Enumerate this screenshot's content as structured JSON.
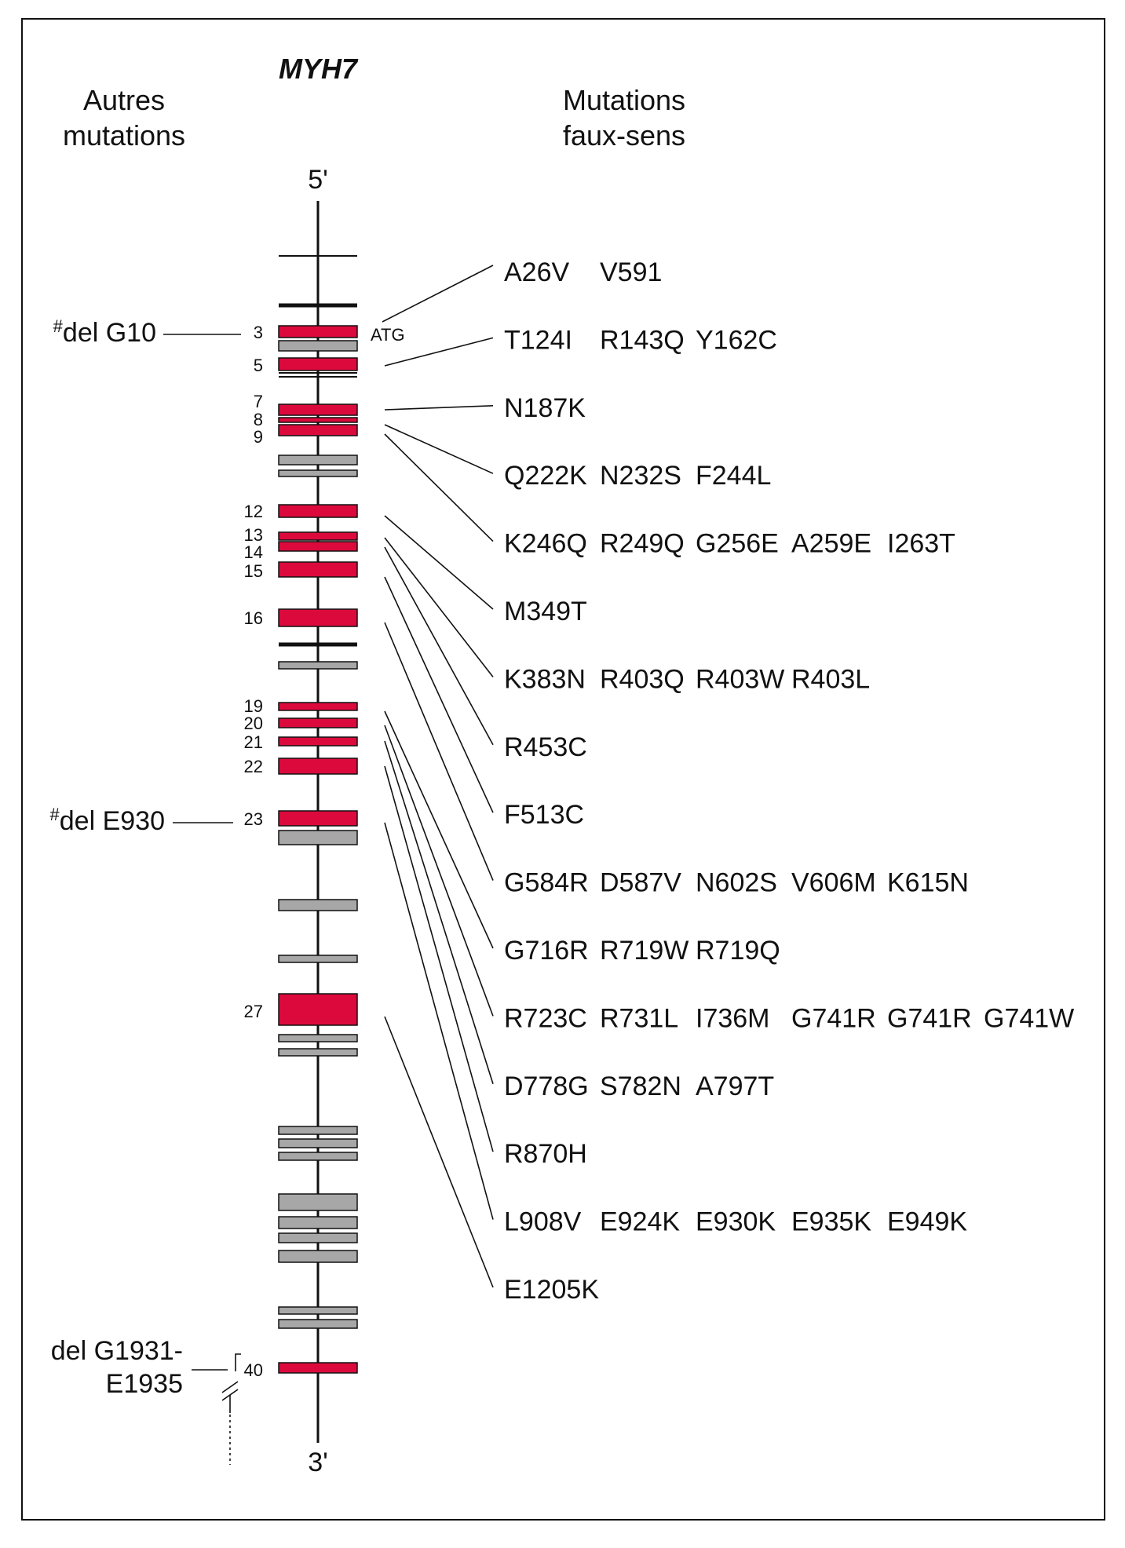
{
  "title": "MYH7",
  "headers": {
    "left": [
      "Autres",
      "mutations"
    ],
    "right": [
      "Mutations",
      "faux-sens"
    ]
  },
  "gene_ends": {
    "five_prime": "5'",
    "three_prime": "3'"
  },
  "start_codon": "ATG",
  "exon_numbers": [
    "3",
    "5",
    "7",
    "8",
    "9",
    "12",
    "13",
    "14",
    "15",
    "16",
    "19",
    "20",
    "21",
    "22",
    "23",
    "27",
    "40"
  ],
  "other_mutations": [
    {
      "hash": "#",
      "text": "del G10",
      "exon": "3"
    },
    {
      "hash": "#",
      "text": "del E930",
      "exon": "23"
    },
    {
      "hash": "",
      "text": "del G1931-\nE1935",
      "exon": "40"
    }
  ],
  "missense_rows": [
    {
      "exon": "3",
      "mutations": [
        "A26V",
        "V591"
      ]
    },
    {
      "exon": "5",
      "mutations": [
        "T124I",
        "R143Q",
        "Y162C"
      ]
    },
    {
      "exon": "7",
      "mutations": [
        "N187K"
      ]
    },
    {
      "exon": "8",
      "mutations": [
        "Q222K",
        "N232S",
        "F244L"
      ]
    },
    {
      "exon": "9",
      "mutations": [
        "K246Q",
        "R249Q",
        "G256E",
        "A259E",
        "I263T"
      ]
    },
    {
      "exon": "12",
      "mutations": [
        "M349T"
      ]
    },
    {
      "exon": "13",
      "mutations": [
        "K383N",
        "R403Q",
        "R403W",
        "R403L"
      ]
    },
    {
      "exon": "14",
      "mutations": [
        "R453C"
      ]
    },
    {
      "exon": "15",
      "mutations": [
        "F513C"
      ]
    },
    {
      "exon": "16",
      "mutations": [
        "G584R",
        "D587V",
        "N602S",
        "V606M",
        "K615N"
      ]
    },
    {
      "exon": "19",
      "mutations": [
        "G716R",
        "R719W",
        "R719Q"
      ]
    },
    {
      "exon": "20",
      "mutations": [
        "R723C",
        "R731L",
        "I736M",
        "G741R",
        "G741R",
        "G741W"
      ]
    },
    {
      "exon": "21",
      "mutations": [
        "D778G",
        "S782N",
        "A797T"
      ]
    },
    {
      "exon": "22",
      "mutations": [
        "R870H"
      ]
    },
    {
      "exon": "23",
      "mutations": [
        "L908V",
        "E924K",
        "E930K",
        "E935K",
        "E949K"
      ]
    },
    {
      "exon": "27",
      "mutations": [
        "E1205K"
      ]
    }
  ],
  "colors": {
    "mutated_exon": "#dc0a3c",
    "other_exon": "#a7a7a7",
    "line": "#111111"
  }
}
